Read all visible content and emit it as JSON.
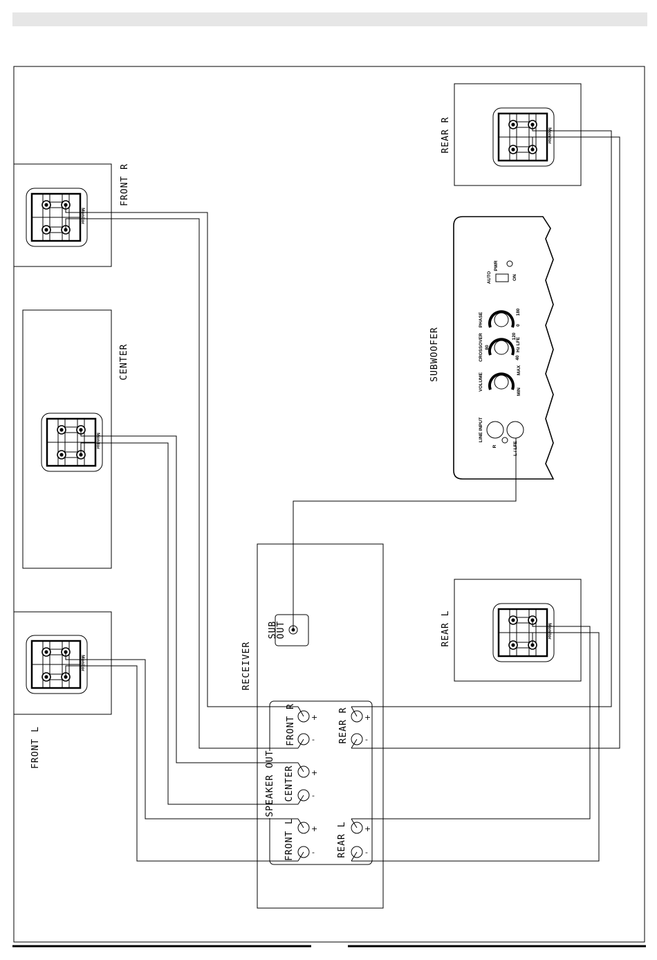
{
  "labels": {
    "front_r": "FRONT R",
    "center": "CENTER",
    "front_l": "FRONT L",
    "rear_r": "REAR R",
    "rear_l": "REAR L",
    "subwoofer": "SUBWOOFER",
    "receiver": "RECEIVER",
    "sub_out": "SUB",
    "sub_out2": "OUT",
    "speaker_out": "SPEAKER OUT",
    "t_front_r": "FRONT R",
    "t_center": "CENTER",
    "t_front_l": "FRONT L",
    "t_rear_r": "REAR R",
    "t_rear_l": "REAR L",
    "plus": "+",
    "minus": "-"
  },
  "panel": {
    "line_input": "LINE INPUT",
    "r": "R",
    "l_lfe": "L / LFE",
    "volume": "VOLUME",
    "min": "MIN",
    "max": "MAX",
    "crossover": "CROSSOVER",
    "c40": "40",
    "hz": "Hz",
    "lfe": "LFE",
    "c80": "80",
    "c120": "120",
    "phase": "PHASE",
    "p0": "0",
    "p180": "180",
    "auto": "AUTO",
    "on": "ON",
    "pwr": "PWR"
  },
  "terminal_brand": "Monitor",
  "colors": {
    "line": "#000000",
    "band": "#e6e6e6",
    "background": "#ffffff"
  }
}
